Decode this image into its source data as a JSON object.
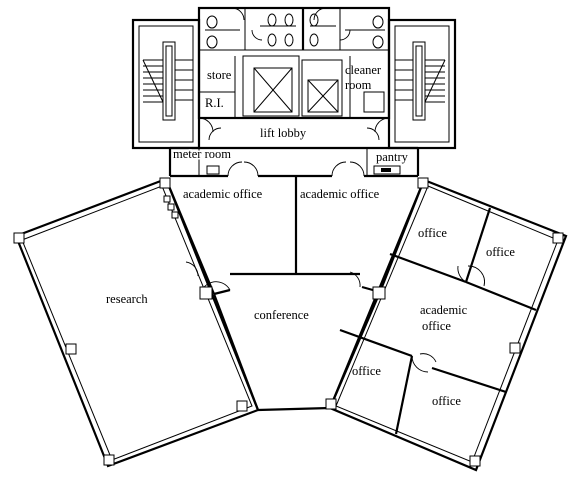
{
  "rooms": {
    "store": "store",
    "cleaner_line1": "cleaner",
    "cleaner_line2": "room",
    "ri": "R.I.",
    "lift_lobby": "lift lobby",
    "meter_room": "meter room",
    "pantry": "pantry",
    "academic_office_left": "academic office",
    "academic_office_right": "academic office",
    "research": "research",
    "conference": "conference",
    "office_ne_top": "office",
    "office_ne_right": "office",
    "academic_office_east_line1": "academic",
    "academic_office_east_line2": "office",
    "office_se_left": "office",
    "office_se_bottom": "office"
  },
  "colors": {
    "line": "#000000",
    "background": "#ffffff"
  }
}
